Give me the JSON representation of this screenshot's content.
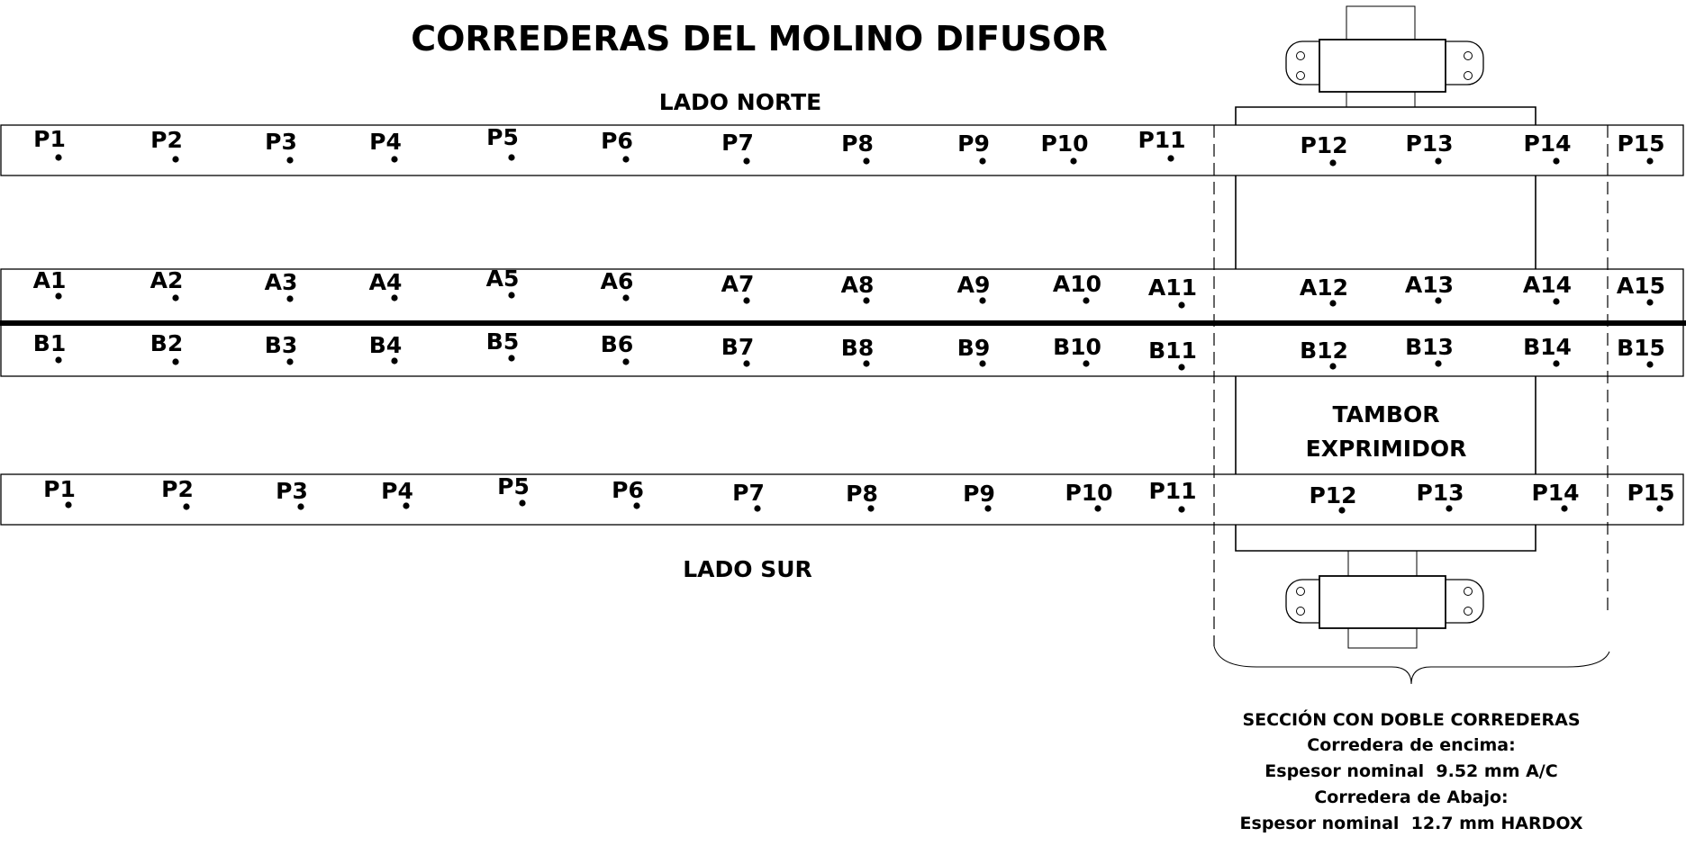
{
  "title": "CORREDERAS DEL MOLINO DIFUSOR",
  "north_label": "LADO NORTE",
  "south_label": "LADO SUR",
  "drum_label_line1": "TAMBOR",
  "drum_label_line2": "EXPRIMIDOR",
  "north_points": [
    "P1",
    "P2",
    "P3",
    "P4",
    "P5",
    "P6",
    "P7",
    "P8",
    "P9",
    "P10",
    "P11",
    "P12",
    "P13",
    "P14",
    "P15"
  ],
  "a_points": [
    "A1",
    "A2",
    "A3",
    "A4",
    "A5",
    "A6",
    "A7",
    "A8",
    "A9",
    "A10",
    "A11",
    "A12",
    "A13",
    "A14",
    "A15"
  ],
  "b_points": [
    "B1",
    "B2",
    "B3",
    "B4",
    "B5",
    "B6",
    "B7",
    "B8",
    "B9",
    "B10",
    "B11",
    "B12",
    "B13",
    "B14",
    "B15"
  ],
  "south_points": [
    "P1",
    "P2",
    "P3",
    "P4",
    "P5",
    "P6",
    "P7",
    "P8",
    "P9",
    "P10",
    "P11",
    "P12",
    "P13",
    "P14",
    "P15"
  ],
  "section_notes": [
    "SECCIÓN CON DOBLE CORREDERAS",
    "Corredera de encima:",
    "Espesor nominal  9.52 mm A/C",
    "Corredera de Abajo:",
    "Espesor nominal  12.7 mm HARDOX"
  ]
}
